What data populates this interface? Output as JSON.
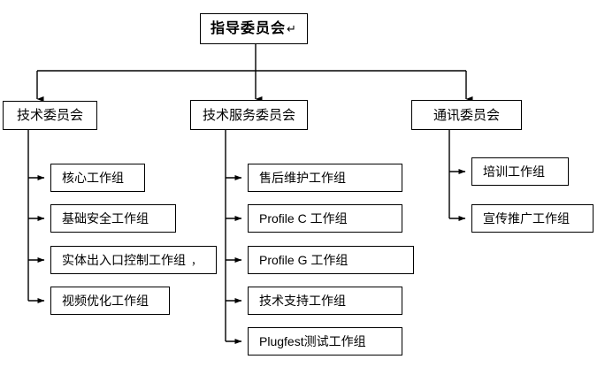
{
  "diagram": {
    "type": "organization-chart",
    "title_node": {
      "label": "指导委员会",
      "trailing_symbol": "↵"
    },
    "colors": {
      "border": "#000000",
      "background": "#ffffff",
      "text": "#000000",
      "connector": "#000000"
    },
    "committees": [
      {
        "id": "technical",
        "label": "技术委员会",
        "children": [
          {
            "label": "核心工作组"
          },
          {
            "label": "基础安全工作组"
          },
          {
            "label": "实体出入口控制工作组",
            "trailing_symbol": "，"
          },
          {
            "label": "视频优化工作组"
          }
        ]
      },
      {
        "id": "technical-service",
        "label": "技术服务委员会",
        "children": [
          {
            "label": "售后维护工作组"
          },
          {
            "label": "Profile C 工作组"
          },
          {
            "label": "Profile G 工作组"
          },
          {
            "label": "技术支持工作组"
          },
          {
            "label": "Plugfest测试工作组"
          }
        ]
      },
      {
        "id": "communication",
        "label": "通讯委员会",
        "children": [
          {
            "label": "培训工作组"
          },
          {
            "label": "宣传推广工作组"
          }
        ]
      }
    ]
  }
}
